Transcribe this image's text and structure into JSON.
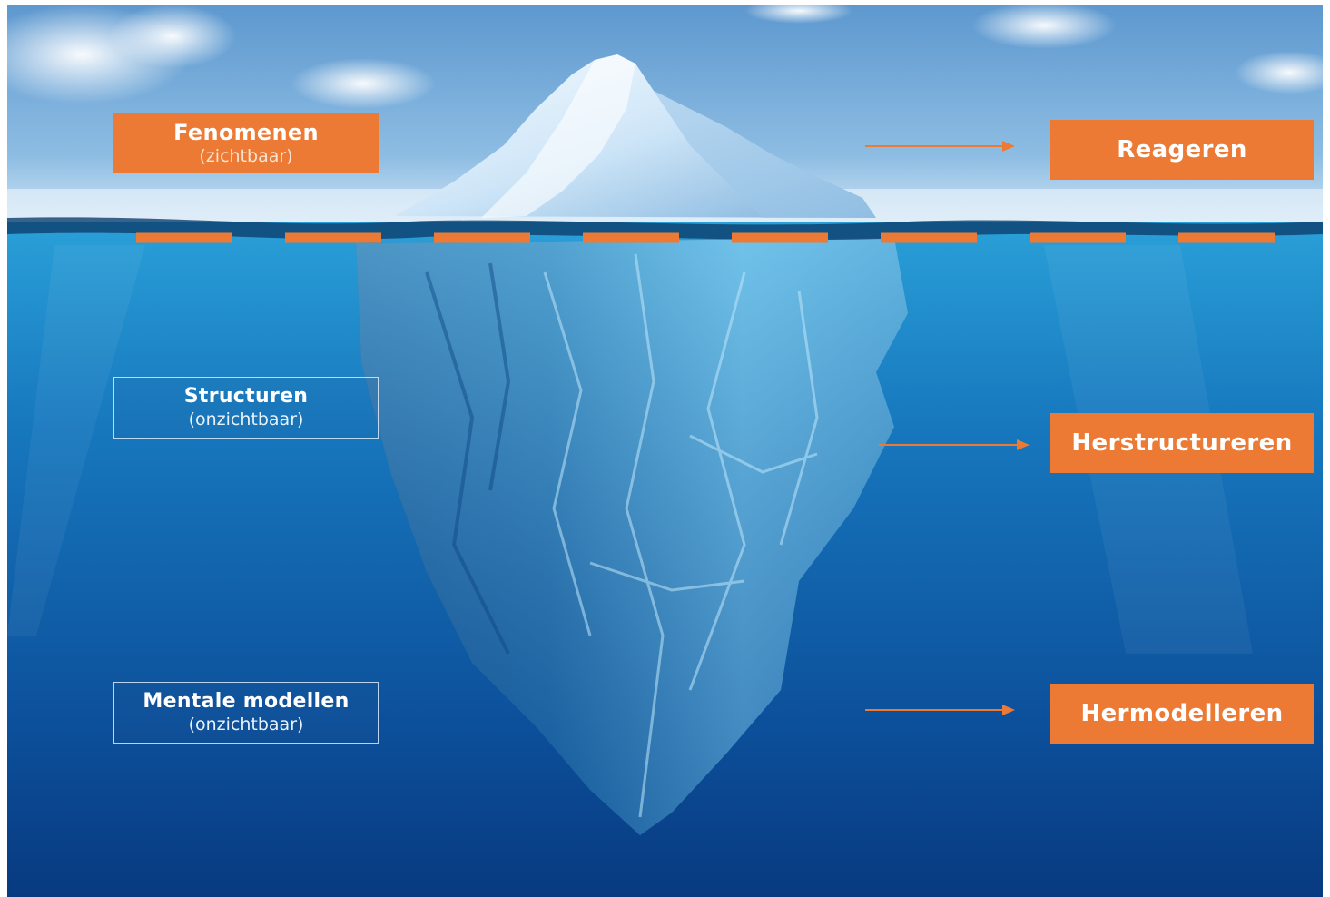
{
  "levels": [
    {
      "title": "Fenomenen",
      "subtitle": "(zichtbaar)"
    },
    {
      "title": "Structuren",
      "subtitle": "(onzichtbaar)"
    },
    {
      "title": "Mentale modellen",
      "subtitle": "(onzichtbaar)"
    }
  ],
  "actions": [
    {
      "label": "Reageren"
    },
    {
      "label": "Herstructureren"
    },
    {
      "label": "Hermodelleren"
    }
  ],
  "colors": {
    "accent": "#ec7a34",
    "sky": "#7fb0dc",
    "water_surface": "#1d86c8",
    "water_deep": "#0a3f86",
    "ice": "#dbeefb"
  },
  "icons": [
    "iceberg-illustration",
    "arrow-right-icon",
    "dashed-waterline"
  ]
}
